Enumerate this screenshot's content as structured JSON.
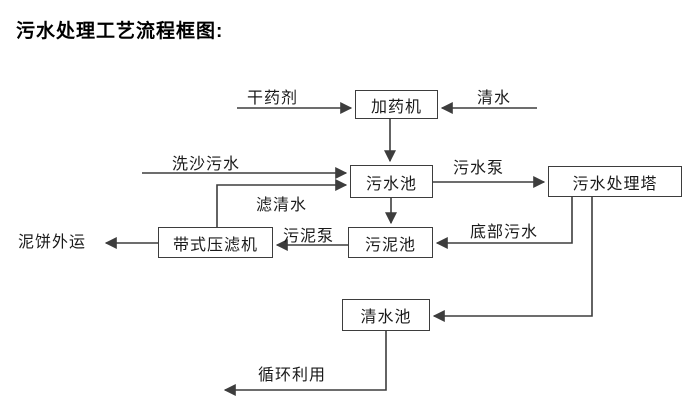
{
  "title": "污水处理工艺流程框图:",
  "nodes": {
    "dosing_machine": {
      "label": "加药机"
    },
    "sewage_pool": {
      "label": "污水池"
    },
    "treatment_tower": {
      "label": "污水处理塔"
    },
    "sludge_pool": {
      "label": "污泥池"
    },
    "belt_filter_press": {
      "label": "带式压滤机"
    },
    "clean_water_pool": {
      "label": "清水池"
    }
  },
  "edges": {
    "dry_chemical": {
      "label": "干药剂",
      "from": "外部",
      "to": "加药机"
    },
    "clean_water_in": {
      "label": "清水",
      "from": "外部",
      "to": "加药机"
    },
    "dosing_to_sewage": {
      "label": "",
      "from": "加药机",
      "to": "污水池"
    },
    "sand_washing_sewage": {
      "label": "洗沙污水",
      "from": "外部",
      "to": "污水池"
    },
    "filtered_water": {
      "label": "滤清水",
      "from": "带式压滤机",
      "to": "污水池"
    },
    "sewage_pump": {
      "label": "污水泵",
      "from": "污水池",
      "to": "污水处理塔"
    },
    "sewage_to_sludge": {
      "label": "",
      "from": "污水池",
      "to": "污泥池"
    },
    "bottom_sewage": {
      "label": "底部污水",
      "from": "污水处理塔",
      "to": "污泥池"
    },
    "sludge_pump": {
      "label": "污泥泵",
      "from": "污泥池",
      "to": "带式压滤机"
    },
    "mud_cake_out": {
      "label": "泥饼外运",
      "from": "带式压滤机",
      "to": "外运"
    },
    "tower_to_clean": {
      "label": "",
      "from": "污水处理塔",
      "to": "清水池"
    },
    "recycle": {
      "label": "循环利用",
      "from": "清水池",
      "to": "循环利用"
    }
  },
  "colors": {
    "line": "#3d3d3d",
    "text": "#1a1a1a",
    "background": "#ffffff"
  }
}
